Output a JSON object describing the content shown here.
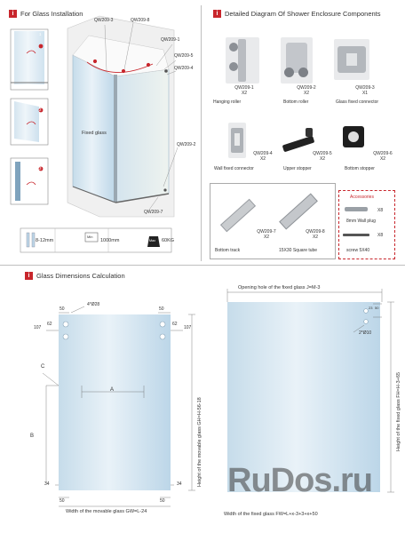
{
  "install": {
    "badge": "i",
    "title": "For Glass Installation",
    "codes": {
      "qw2093": "QW209-3",
      "qw2098": "QW209-8",
      "qw2091": "QW209-1",
      "qw2095": "QW209-5",
      "qw2094": "QW209-4",
      "qw2092": "QW209-2",
      "qw2097": "QW209-7"
    },
    "fixed_glass": "Fixed glass",
    "thickness": "8-12mm",
    "min_label": "Min",
    "min_value": "1000mm",
    "max_label": "Max",
    "max_value": "60KG",
    "steps": [
      "1",
      "2",
      "3"
    ]
  },
  "components": {
    "badge": "i",
    "title": "Detailed Diagram Of Shower Enclosure Components",
    "items": [
      {
        "code": "QW209-1",
        "qty": "X2",
        "name": "Hanging roller"
      },
      {
        "code": "QW209-2",
        "qty": "X2",
        "name": "Bottom roller"
      },
      {
        "code": "QW209-3",
        "qty": "X1",
        "name": "Glass fixed connector"
      },
      {
        "code": "QW209-4",
        "qty": "X2",
        "name": "Wall fixed connector"
      },
      {
        "code": "QW209-5",
        "qty": "X2",
        "name": "Upper stopper"
      },
      {
        "code": "QW209-6",
        "qty": "X2",
        "name": "Bottom stopper"
      },
      {
        "code": "QW209-7",
        "qty": "X2",
        "name": "Bottom track"
      },
      {
        "code": "QW209-8",
        "qty": "X2",
        "name": "15X30 Square tube"
      }
    ],
    "accessories": {
      "title": "Accessories",
      "plug_name": "8mm Wall plug",
      "plug_qty": "X8",
      "screw_name": "screw  5X40",
      "screw_qty": "X8"
    }
  },
  "dimensions": {
    "badge": "i",
    "title": "Glass Dimensions Calculation",
    "movable": {
      "d50_left": "50",
      "holes": "4*Ø28",
      "d50_right": "50",
      "d107_left": "107",
      "d62_left": "62",
      "d62_right": "62",
      "d107_right": "107",
      "c": "C",
      "a": "A",
      "b": "B",
      "d34_left": "34",
      "d34_right": "34",
      "d50_bottom_left": "50",
      "d50_bottom_right": "50",
      "height": "Height of the movable glass GH=H-56-18",
      "width": "Width of the movable glass GW=L-24"
    },
    "fixed": {
      "opening": "Opening hole of the fixed glass J=M-3",
      "d23": "23",
      "d50": "50",
      "holes": "2*Ø10",
      "height": "Height of the fixed glass FH=H-3+65",
      "width": "Width of the fixed glass FW=L+x-3+3+x+50"
    }
  },
  "watermark": "RuDos.ru"
}
